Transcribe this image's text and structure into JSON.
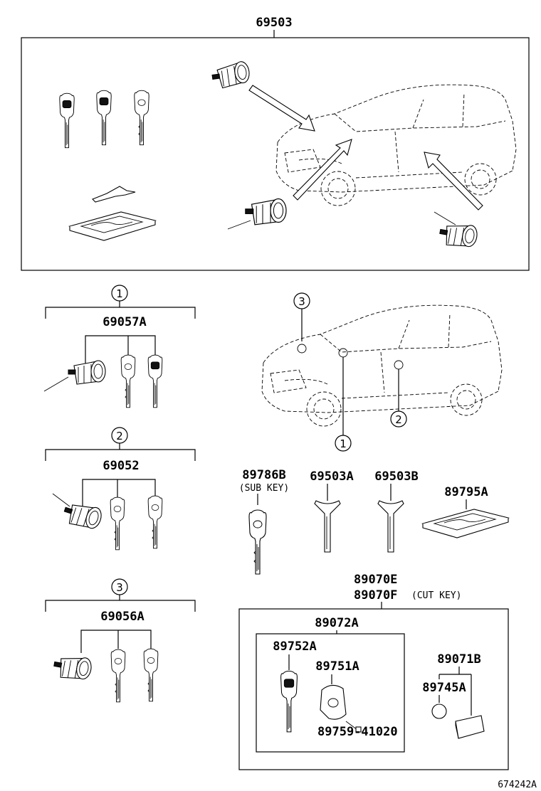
{
  "labels": {
    "top_assembly": "69503",
    "group1_circle": "1",
    "group1_part": "69057A",
    "group2_circle": "2",
    "group2_part": "69052",
    "group3_circle": "3",
    "group3_part": "69056A",
    "car_callout_3": "3",
    "car_callout_1": "1",
    "car_callout_2": "2",
    "sub_key_part": "89786B",
    "sub_key_note": "(SUB KEY)",
    "blank_a": "69503A",
    "blank_b": "69503B",
    "card_plate": "89795A",
    "cut_key_e": "89070E",
    "cut_key_f": "89070F",
    "cut_key_note": "(CUT KEY)",
    "transmitter_assy": "89072A",
    "key_head": "89752A",
    "key_case": "89751A",
    "screw": "89759-41020",
    "battery_set": "89071B",
    "battery": "89745A",
    "diagram_id": "674242A"
  },
  "icons": {
    "key": "lexus-key-icon",
    "cylinder": "lock-cylinder-icon",
    "vehicle": "suv-outline-icon"
  }
}
